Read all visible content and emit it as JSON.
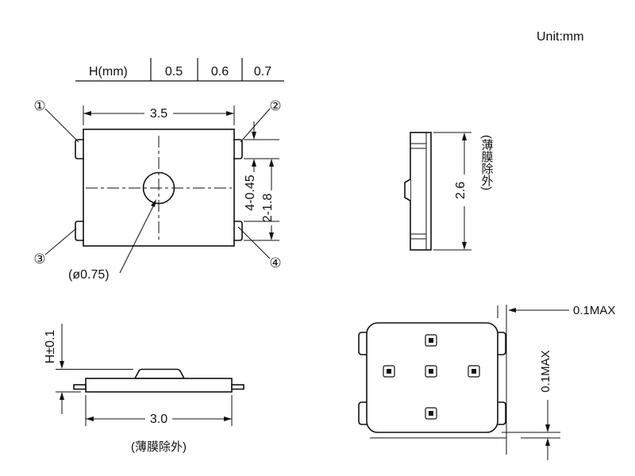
{
  "unit_label": "Unit:mm",
  "height_table": {
    "header": "H(mm)",
    "values": [
      "0.5",
      "0.6",
      "0.7"
    ]
  },
  "top_view": {
    "width_dim": "3.5",
    "hole_label": "(ø0.75)",
    "tab_width_dim": "4-0.45",
    "tab_pitch_dim": "2-1.8",
    "callouts": [
      "①",
      "②",
      "③",
      "④"
    ]
  },
  "side_view": {
    "depth_dim": "2.6",
    "note": "(薄膜除外)"
  },
  "front_view": {
    "height_dim": "H±0.1",
    "width_dim": "3.0",
    "note": "(薄膜除外)"
  },
  "bottom_view": {
    "film_top_dim": "0.1MAX",
    "film_side_dim": "0.1MAX"
  },
  "colors": {
    "line": "#111111",
    "background": "#ffffff"
  }
}
